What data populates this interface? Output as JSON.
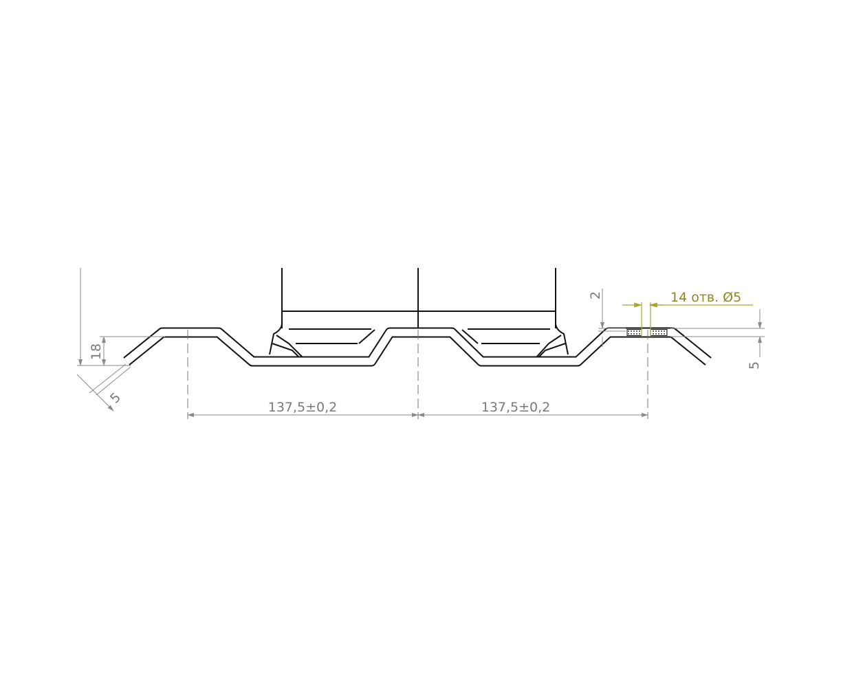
{
  "drawing": {
    "dimensions": {
      "height_left": "18",
      "thickness_left": "5",
      "pitch_1": "137,5±0,2",
      "pitch_2": "137,5±0,2",
      "offset_top": "2",
      "height_right": "5"
    },
    "note": {
      "holes": "14 отв. Ø5",
      "color": "#8c8a1e"
    },
    "line_color": "#111111",
    "dimension_color": "#7a7a7a"
  }
}
